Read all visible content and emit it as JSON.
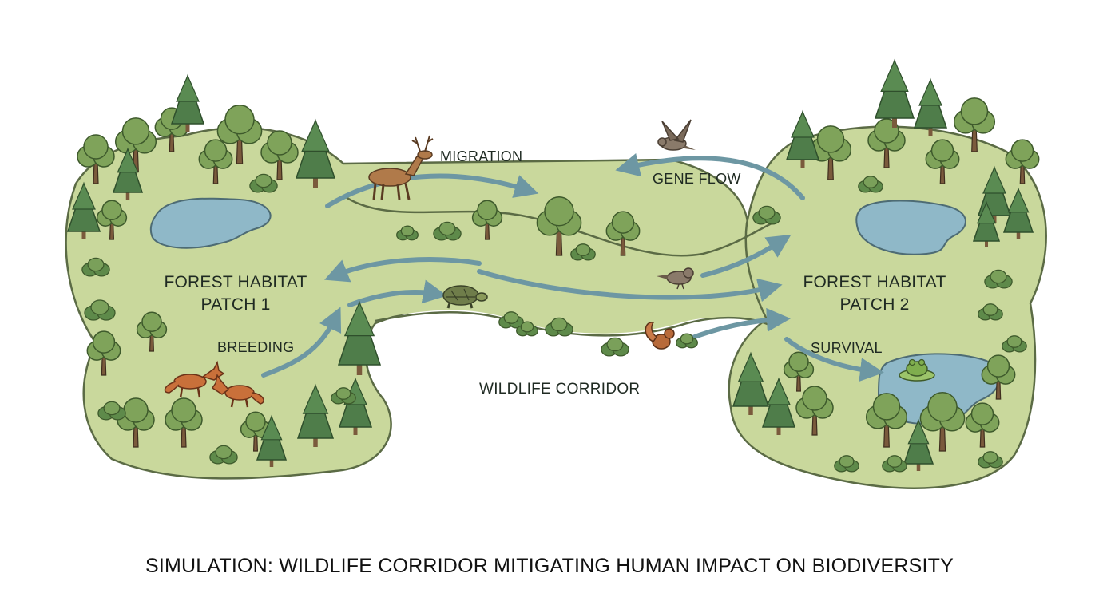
{
  "labels": {
    "patch1_line1": "FOREST HABITAT",
    "patch1_line2": "PATCH 1",
    "patch2_line1": "FOREST HABITAT",
    "patch2_line2": "PATCH 2",
    "migration": "MIGRATION",
    "gene_flow": "GENE FLOW",
    "breeding": "BREEDING",
    "survival": "SURVIVAL",
    "corridor": "WILDLIFE CORRIDOR"
  },
  "caption": "SIMULATION: WILDLIFE CORRIDOR MITIGATING HUMAN IMPACT ON BIODIVERSITY",
  "colors": {
    "ground": "#c9d89c",
    "ground_outline": "#5b6b45",
    "foliage": "#7fa35a",
    "foliage_dark": "#5e8a4a",
    "conifer": "#4f7d4a",
    "trunk": "#7a5a3c",
    "water": "#8fb8c8",
    "arrow": "#6d97a3",
    "fox": "#c9703a",
    "deer": "#b07a4a",
    "bird": "#8a7a6a",
    "turtle": "#6f7d4a",
    "frog": "#7fae4e"
  },
  "icons": [
    "deer-icon",
    "bird-icon",
    "turtle-icon",
    "squirrel-icon",
    "fox-icon",
    "frog-icon"
  ]
}
